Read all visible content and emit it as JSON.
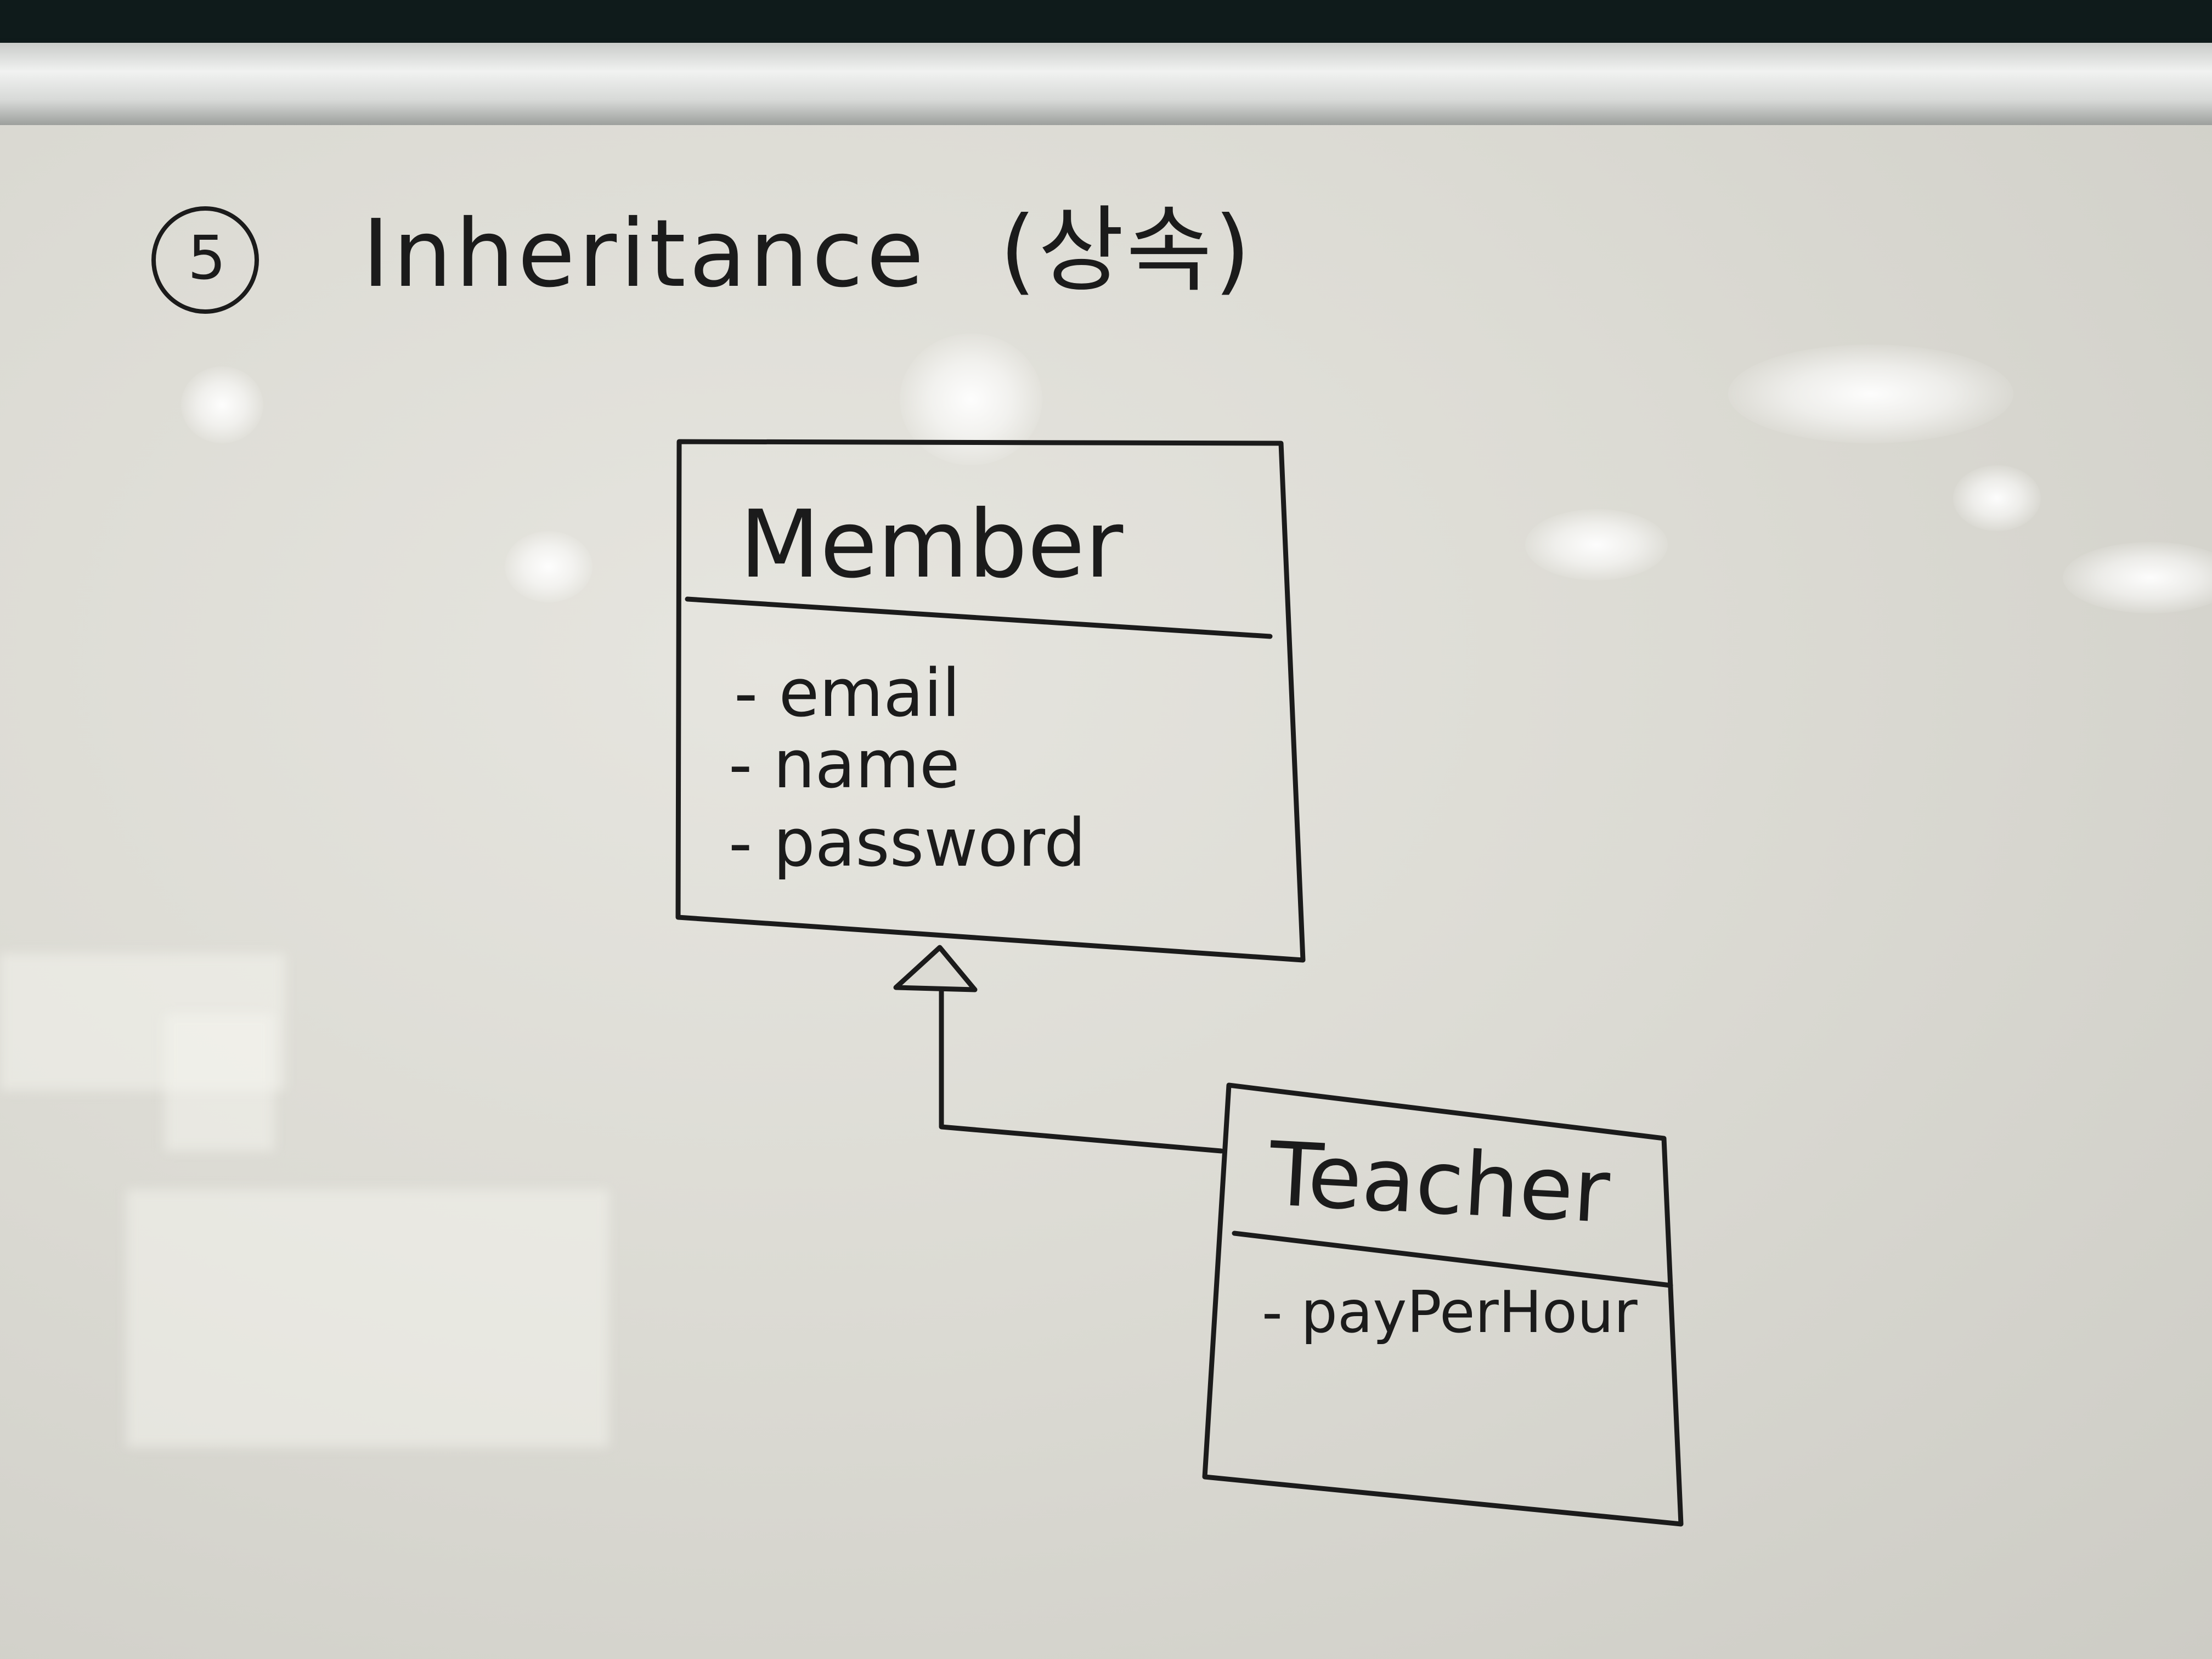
{
  "heading": {
    "number": "5",
    "text": "Inheritance",
    "korean": "(상속)"
  },
  "classes": {
    "parent": {
      "name": "Member",
      "attributes": [
        "- email",
        "- name",
        "- password"
      ]
    },
    "child": {
      "name": "Teacher",
      "attributes": [
        "- payPerHour"
      ]
    }
  },
  "colors": {
    "ink": "#1b1b1b",
    "board": "#dcdbd4",
    "frame": "#0f1b1b"
  }
}
